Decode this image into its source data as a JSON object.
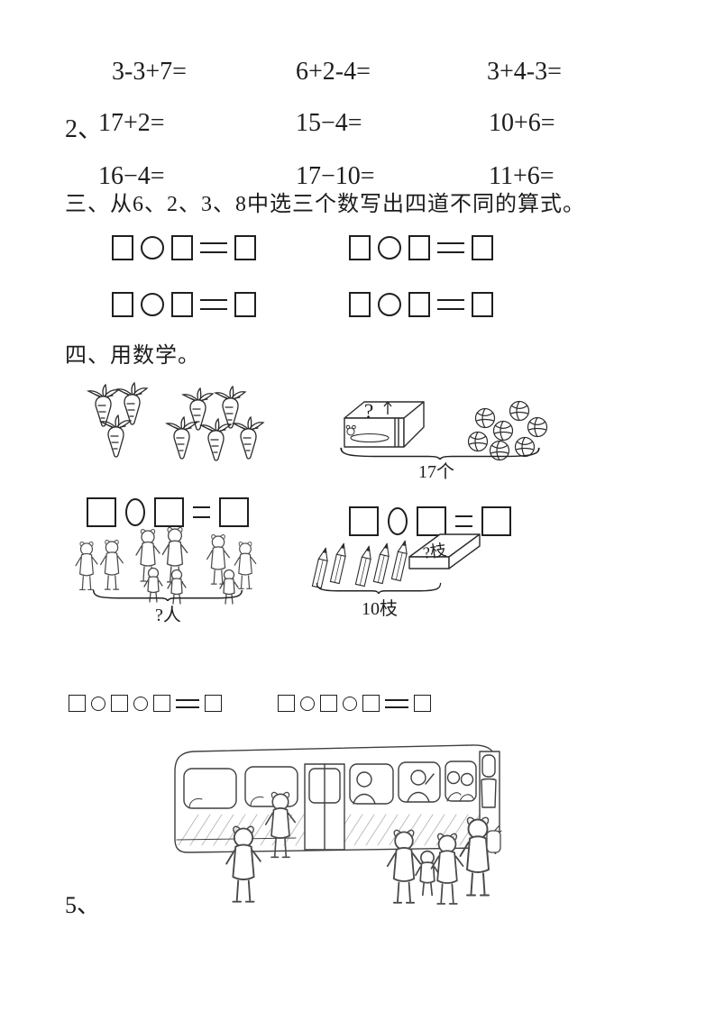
{
  "page": {
    "background": "#ffffff",
    "ink_color": "#1c1c1c"
  },
  "arithmetic": {
    "rows": [
      {
        "label": "",
        "cells": [
          "3-3+7=",
          "6+2-4=",
          "3+4-3="
        ]
      },
      {
        "label": "2、",
        "cells": [
          "17+2=",
          "15−4=",
          "10+6="
        ]
      },
      {
        "label": "",
        "cells": [
          "16−4=",
          "17−10=",
          "11+6="
        ]
      }
    ]
  },
  "section_three": {
    "title": "三、从6、2、3、8中选三个数写出四道不同的算式。",
    "blank_equation_pattern": "□○□=□",
    "blank_equation_count": 4
  },
  "section_four": {
    "title": "四、用数学。",
    "carrot_picture": {
      "group1_count": 3,
      "group2_count": 5
    },
    "basketball_picture": {
      "question_mark": "?",
      "ball_count": 7,
      "total_label": "17个"
    },
    "equation_templates": {
      "left": "□○□=□",
      "right": "□○□=□"
    },
    "children_picture": {
      "children_count": 9,
      "total_label": "?人"
    },
    "pencil_picture": {
      "group1_count": 2,
      "group2_count": 3,
      "box_label": "?枝",
      "total_label": "10枝"
    },
    "bottom_equation_templates": {
      "left": "□○□○□=□",
      "right": "□○□○□=□"
    }
  },
  "question_five_label": "5、",
  "bus_scene": {
    "passenger_heads_visible": 4,
    "children_outside": 6
  }
}
